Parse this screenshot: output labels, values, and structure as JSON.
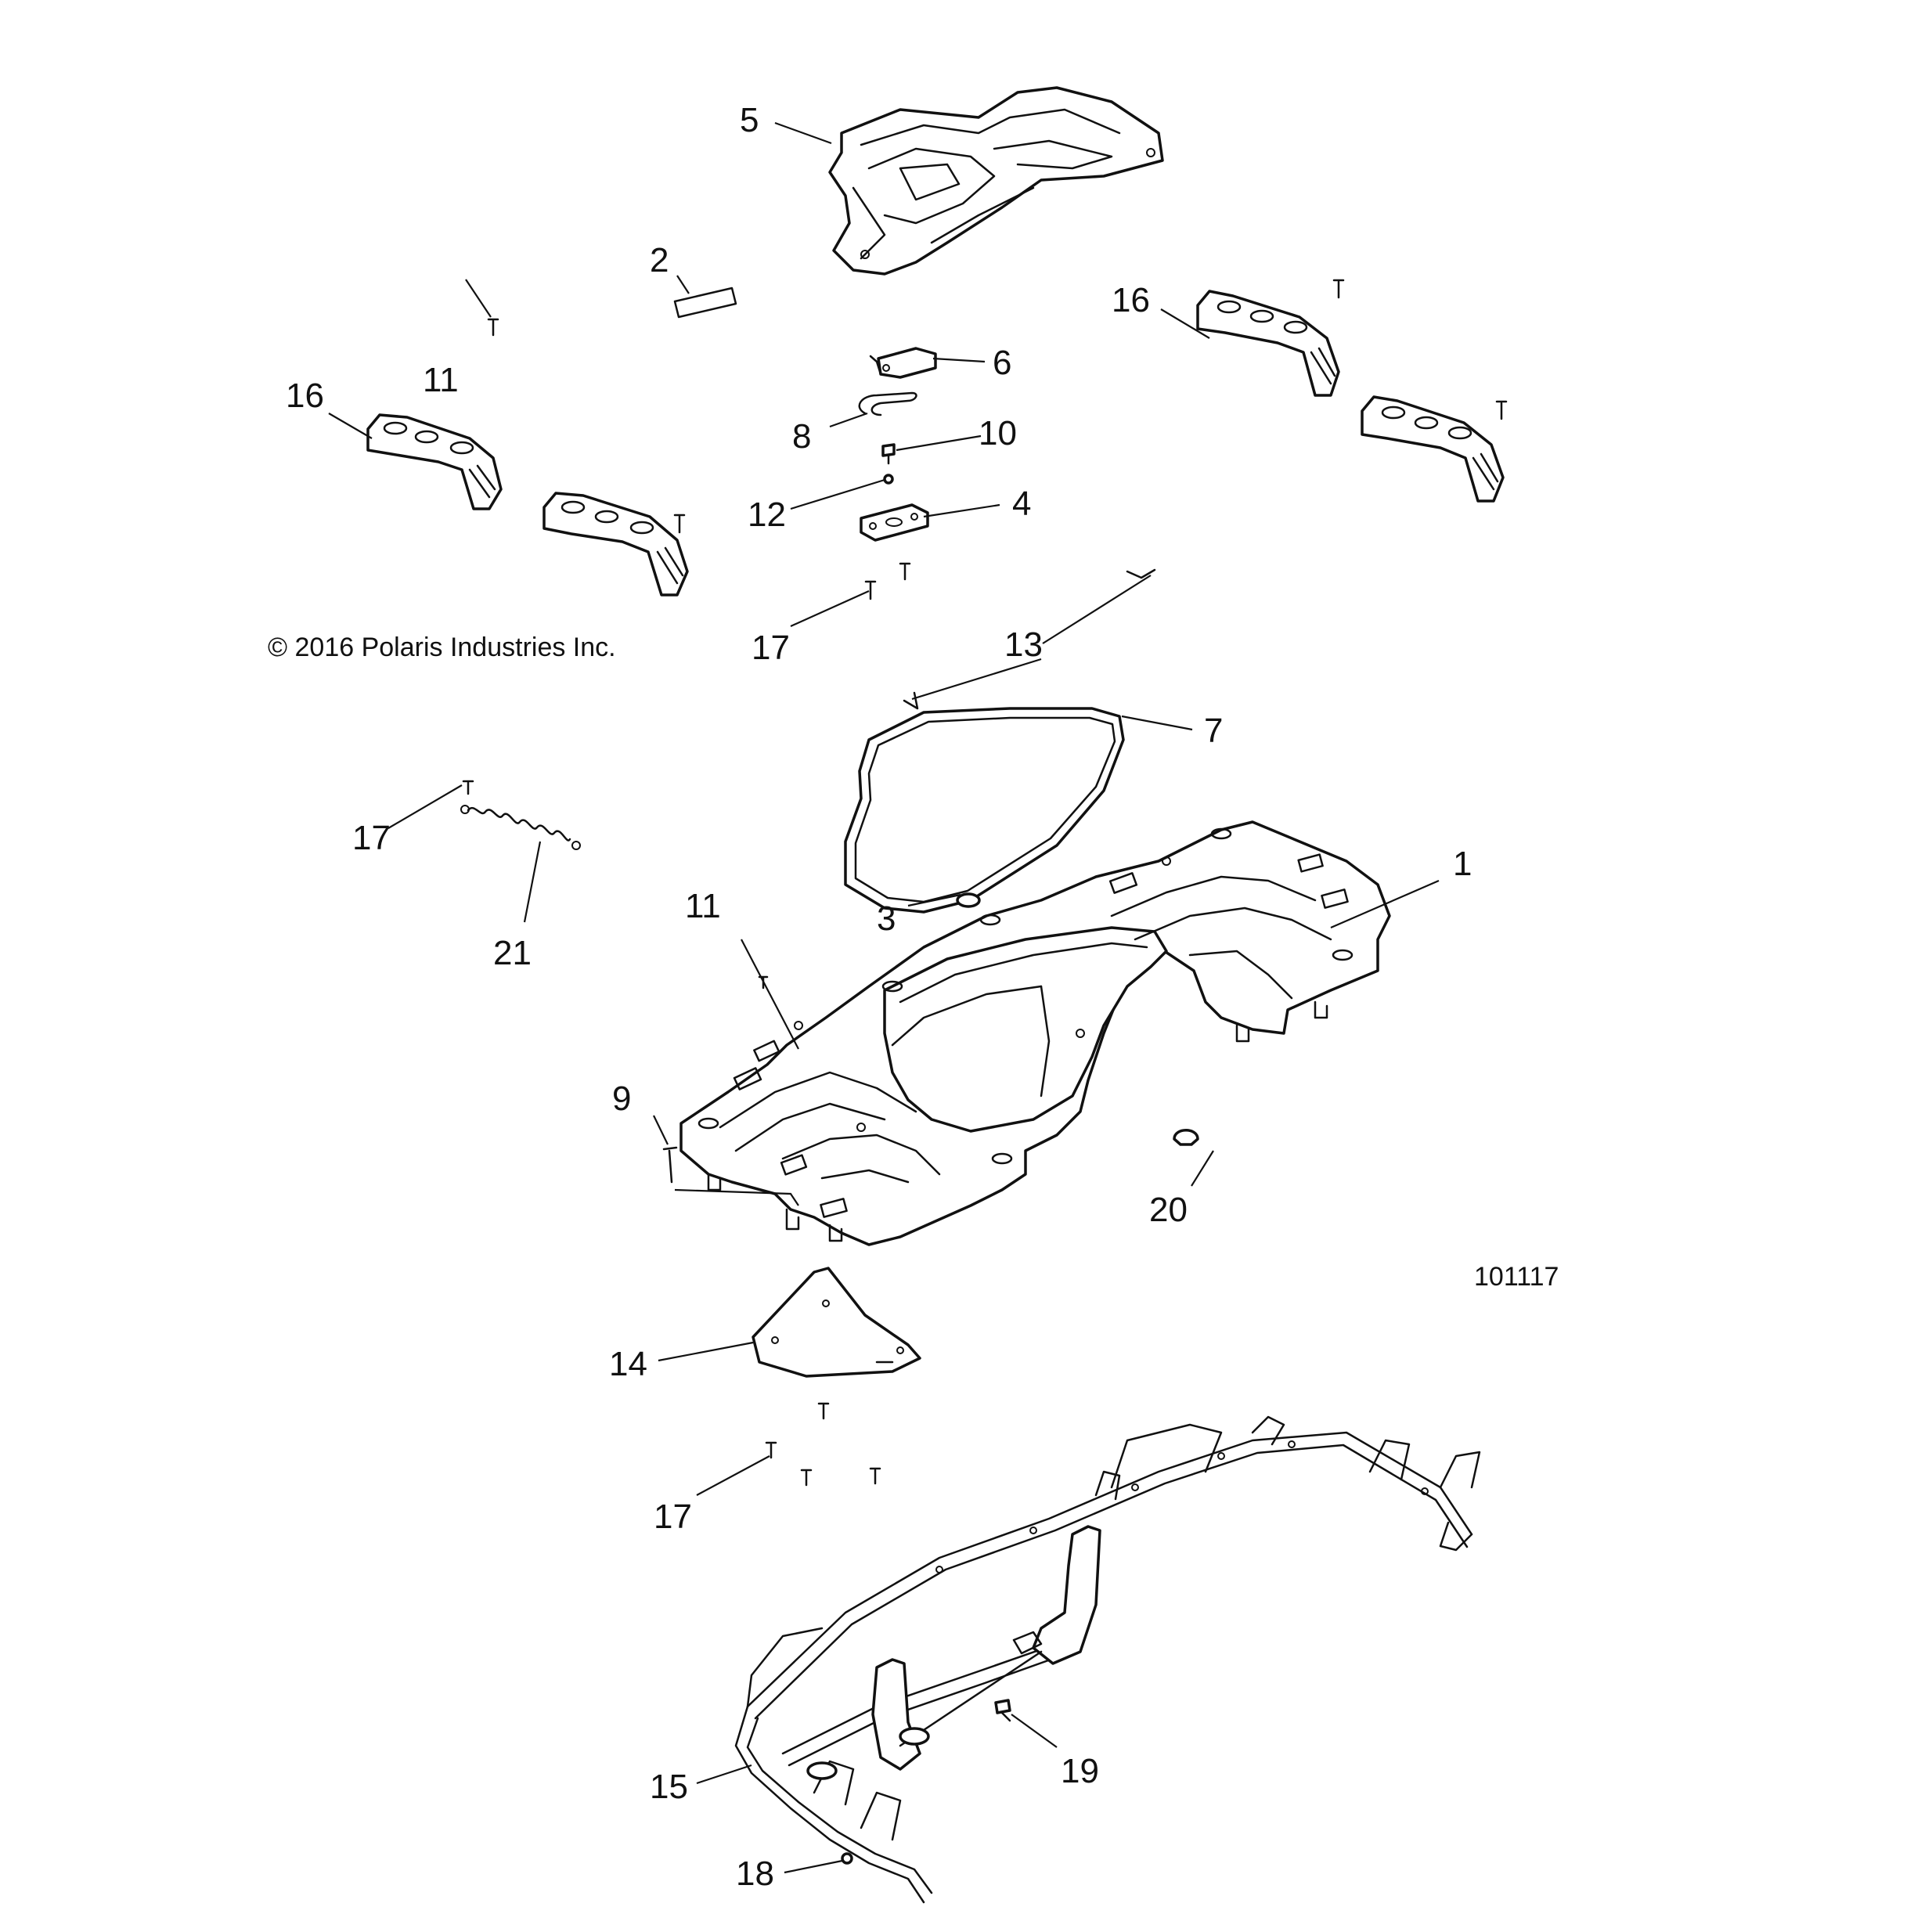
{
  "copyright": "© 2016 Polaris Industries Inc.",
  "figure_number": "101117",
  "callouts": {
    "c1": "1",
    "c2": "2",
    "c3": "3",
    "c4": "4",
    "c5": "5",
    "c6": "6",
    "c7": "7",
    "c8": "8",
    "c9": "9",
    "c10": "10",
    "c11a": "11",
    "c11b": "11",
    "c12": "12",
    "c13": "13",
    "c14": "14",
    "c15": "15",
    "c16a": "16",
    "c16b": "16",
    "c17a": "17",
    "c17b": "17",
    "c17c": "17",
    "c18": "18",
    "c19": "19",
    "c20": "20",
    "c21": "21"
  }
}
